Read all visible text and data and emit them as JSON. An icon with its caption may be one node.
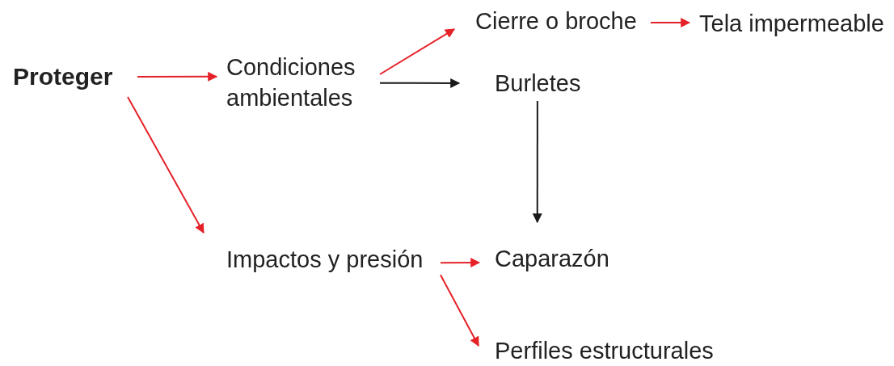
{
  "diagram": {
    "nodes": [
      {
        "text": [
          "Proteger"
        ]
      },
      {
        "text": [
          "Condiciones ambientales"
        ]
      },
      {
        "text": [
          "Cierre o broche"
        ]
      },
      {
        "text": [
          "Tela impermeable"
        ]
      },
      {
        "text": [
          "Burletes"
        ]
      },
      {
        "text": [
          "Impactos y presión"
        ]
      },
      {
        "text": [
          "Caparazón"
        ]
      },
      {
        "text": [
          "Perfiles estructurales"
        ]
      }
    ],
    "edges": [
      {
        "from": 0,
        "to": 1,
        "arrow": "to"
      },
      {
        "from": 0,
        "to": 5,
        "arrow": "to"
      },
      {
        "from": 1,
        "to": 2,
        "arrow": "to"
      },
      {
        "from": 1,
        "to": 4,
        "arrow": "to",
        "color": "#1a1a1a"
      },
      {
        "from": 2,
        "to": 3,
        "arrow": "to"
      },
      {
        "from": 4,
        "to": 6,
        "arrow": "to",
        "color": "#1a1a1a"
      },
      {
        "from": 5,
        "to": 6,
        "arrow": "to"
      },
      {
        "from": 5,
        "to": 7,
        "arrow": "to"
      }
    ]
  }
}
